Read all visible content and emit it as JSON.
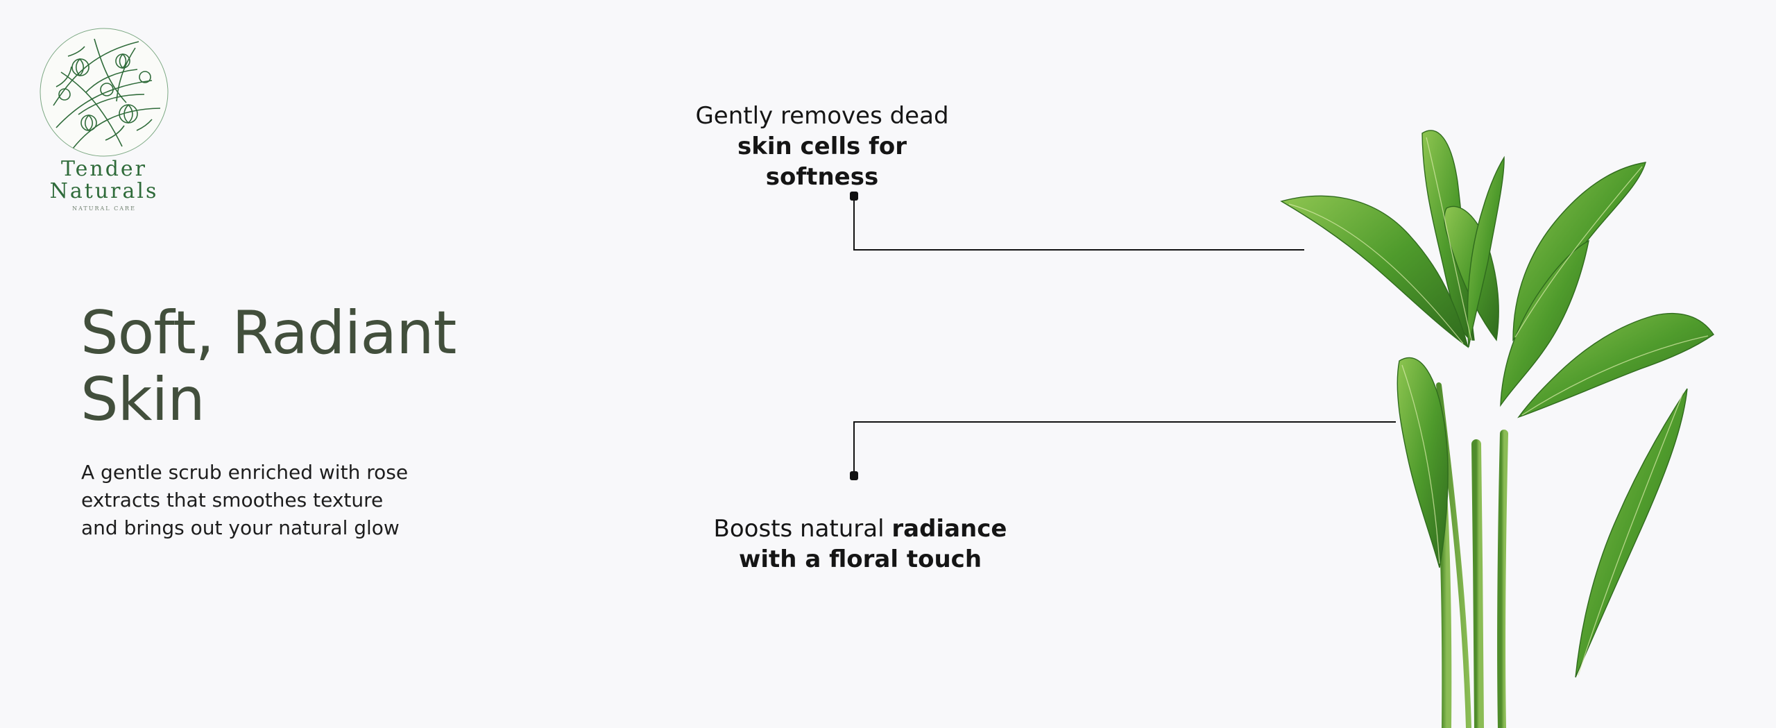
{
  "brand": {
    "name_line1": "Tender",
    "name_line2": "Naturals",
    "tagline": "NATURAL CARE",
    "color": "#2f6b3a"
  },
  "hero": {
    "title_line1": "Soft, Radiant",
    "title_line2": "Skin",
    "title_color": "#424f3c",
    "description_lines": [
      "A gentle scrub enriched with rose",
      "extracts that smoothes texture",
      "and brings out your natural glow"
    ]
  },
  "callouts": {
    "top": {
      "line1": "Gently removes dead",
      "line2": "skin cells for softness"
    },
    "bottom": {
      "line1_regular": "Boosts natural ",
      "line1_bold": "radiance",
      "line2": "with a floral touch"
    }
  },
  "icons": {
    "logo": "floral-wreath-logo",
    "plant": "green-plant-image"
  },
  "colors": {
    "background": "#f8f8fa",
    "leaf": "#4f9b2c",
    "leaf_dark": "#2f6b1d",
    "connector": "#111111"
  }
}
